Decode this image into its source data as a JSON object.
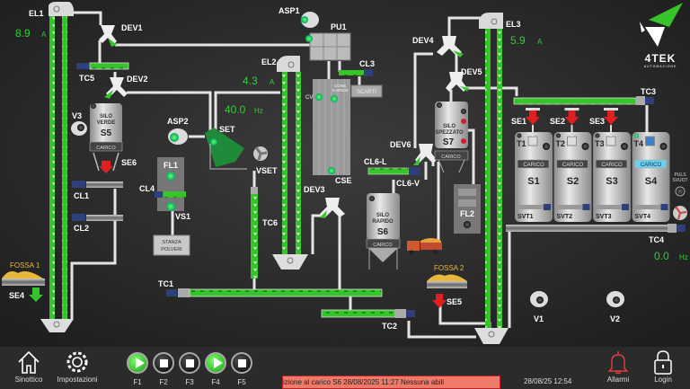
{
  "labels": {
    "el1": "EL1",
    "el2": "EL2",
    "el3": "EL3",
    "dev1": "DEV1",
    "dev2": "DEV2",
    "dev3": "DEV3",
    "dev4": "DEV4",
    "dev5": "DEV5",
    "dev6": "DEV6",
    "tc1": "TC1",
    "tc2": "TC2",
    "tc3": "TC3",
    "tc4": "TC4",
    "tc5": "TC5",
    "tc6": "TC6",
    "asp1": "ASP1",
    "asp2": "ASP2",
    "pu1": "PU1",
    "set": "SET",
    "vset": "VSET",
    "v1": "V1",
    "v2": "V2",
    "v3": "V3",
    "cl1": "CL1",
    "cl2": "CL2",
    "cl3": "CL3",
    "cl4": "CL4",
    "cl6l": "CL6-L",
    "cl6v": "CL6-V",
    "se1": "SE1",
    "se2": "SE2",
    "se3": "SE3",
    "se4": "SE4",
    "se5": "SE5",
    "se6": "SE6",
    "fl1": "FL1",
    "fl2": "FL2",
    "vs1": "VS1",
    "cv": "CV",
    "cse": "CSE",
    "cons1": "CONS.",
    "cons2": "CARICO",
    "scarti": "SCARTI",
    "stanza1": "STANZA",
    "stanza2": "POLVERI",
    "puls1": "PULS",
    "puls2": "SVUOT",
    "fossa1": "FOSSA 1",
    "fossa2": "FOSSA 2"
  },
  "readings": {
    "el1": {
      "value": "8.9",
      "unit": "A"
    },
    "el2": {
      "value": "4.3",
      "unit": "A"
    },
    "el3": {
      "value": "5.9",
      "unit": "A"
    },
    "set": {
      "value": "40.0",
      "unit": "Hz"
    },
    "tc4": {
      "value": "0.0",
      "unit": "Hz"
    }
  },
  "silos": {
    "s5": {
      "line1": "SILO",
      "line2": "VERDE",
      "name": "S5",
      "button": "CARICO"
    },
    "s6": {
      "line1": "SILO",
      "line2": "RAPIDO",
      "name": "S6",
      "button": "CARICO"
    },
    "s7": {
      "line1": "SILO",
      "line2": "SPEZZATO",
      "name": "S7",
      "button": "CARICO"
    },
    "tanks": [
      {
        "name": "S1",
        "button": "CARICO",
        "t": "T1",
        "svt": "SVT1",
        "active": false
      },
      {
        "name": "S2",
        "button": "CARICO",
        "t": "T2",
        "svt": "SVT2",
        "active": false
      },
      {
        "name": "S3",
        "button": "CARICO",
        "t": "T3",
        "svt": "SVT3",
        "active": false
      },
      {
        "name": "S4",
        "button": "CARICO",
        "t": "T4",
        "svt": "SVT4",
        "active": true
      }
    ]
  },
  "logo": {
    "text": "4TEK",
    "sub": "AUTOMAZIONE"
  },
  "colors": {
    "running": "#2fd12f",
    "stopped": "#e02020",
    "background": "#2a2a2a"
  },
  "bottom_bar": {
    "sinottico": "Sinottico",
    "impostazioni": "Impostazioni",
    "functions": [
      {
        "label": "F1",
        "running": true
      },
      {
        "label": "F2",
        "running": false
      },
      {
        "label": "F3",
        "running": false
      },
      {
        "label": "F4",
        "running": true
      },
      {
        "label": "F5",
        "running": false
      }
    ],
    "alarm_message": "izione al carico S6      28/08/2025 11:27 Nessuna abili",
    "datetime": "28/08/25 12:54",
    "allarmi": "Allarmi",
    "login": "Login"
  }
}
